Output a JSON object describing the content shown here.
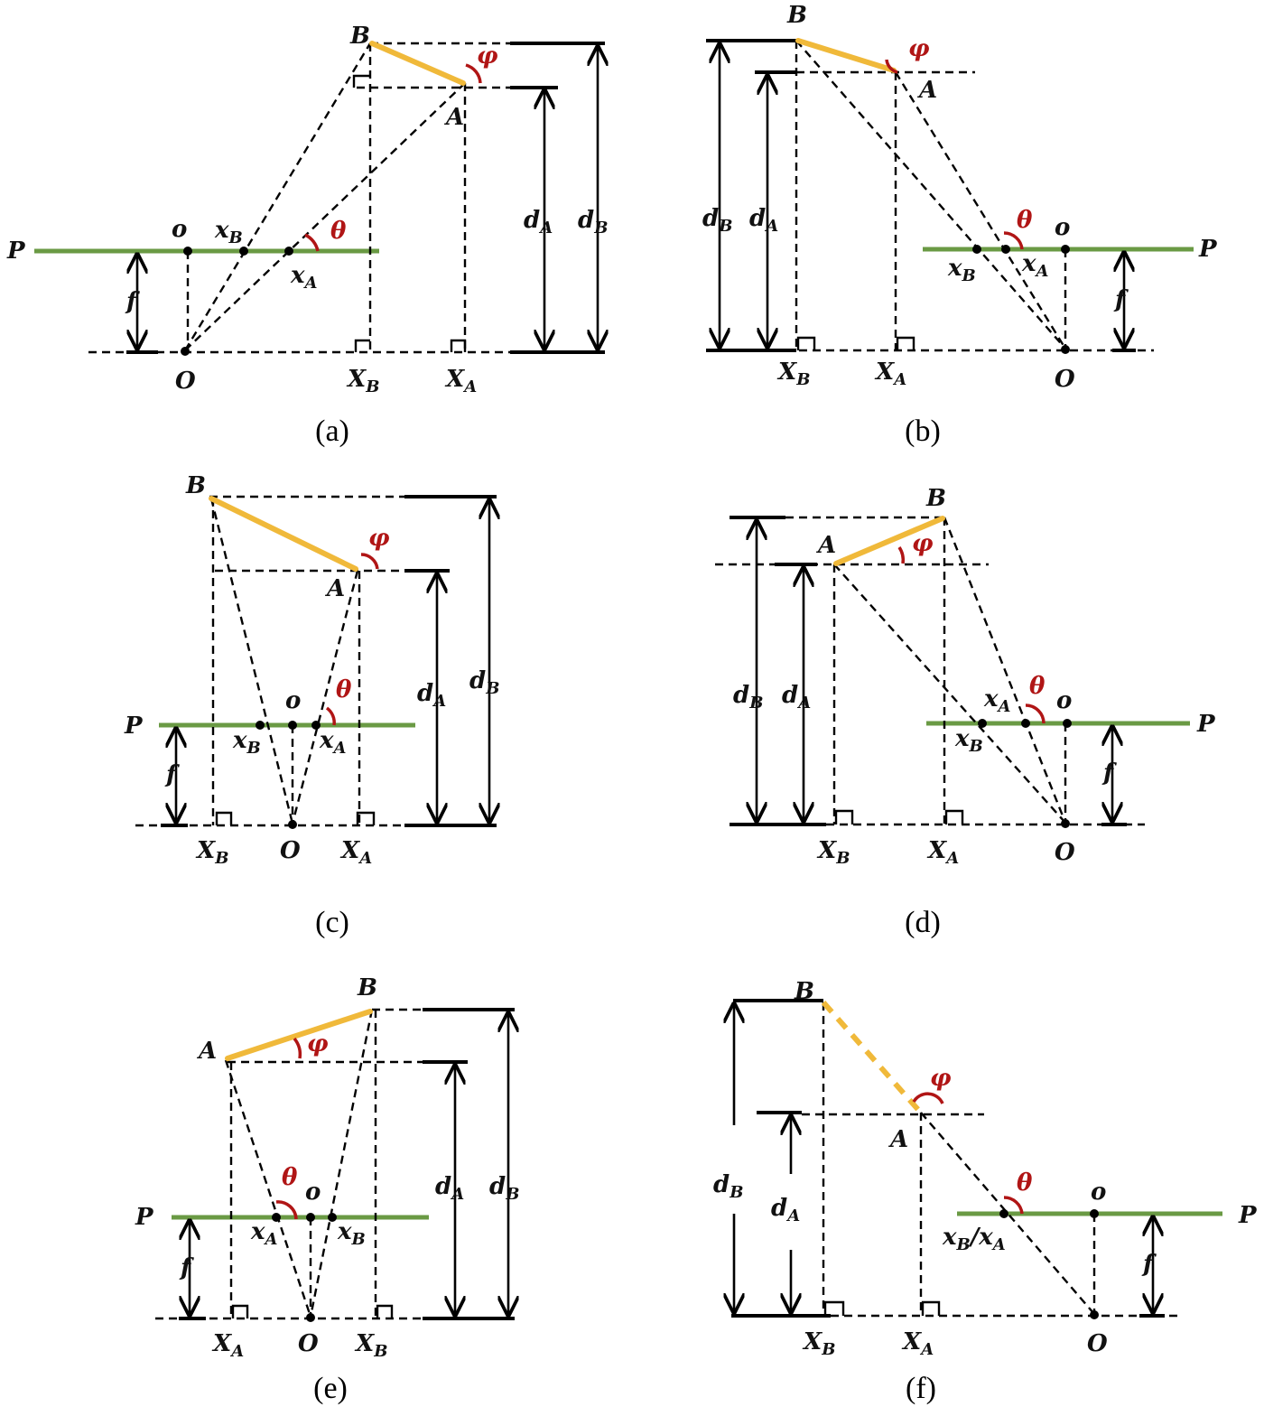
{
  "panels": [
    {
      "id": "a",
      "caption": "(a)"
    },
    {
      "id": "b",
      "caption": "(b)"
    },
    {
      "id": "c",
      "caption": "(c)"
    },
    {
      "id": "d",
      "caption": "(d)"
    },
    {
      "id": "e",
      "caption": "(e)"
    },
    {
      "id": "f",
      "caption": "(f)"
    }
  ],
  "labels": {
    "P": "P",
    "f": "f",
    "o": "o",
    "O": "O",
    "A": "A",
    "B": "B",
    "x": "x",
    "X": "X",
    "d": "d",
    "sub_A": "A",
    "sub_B": "B",
    "theta": "θ",
    "phi": "φ",
    "slash": "/"
  },
  "colors": {
    "image_plane": "#6a9a44",
    "segment_AB": "#f0b93a",
    "angle_marks": "#b01515"
  }
}
